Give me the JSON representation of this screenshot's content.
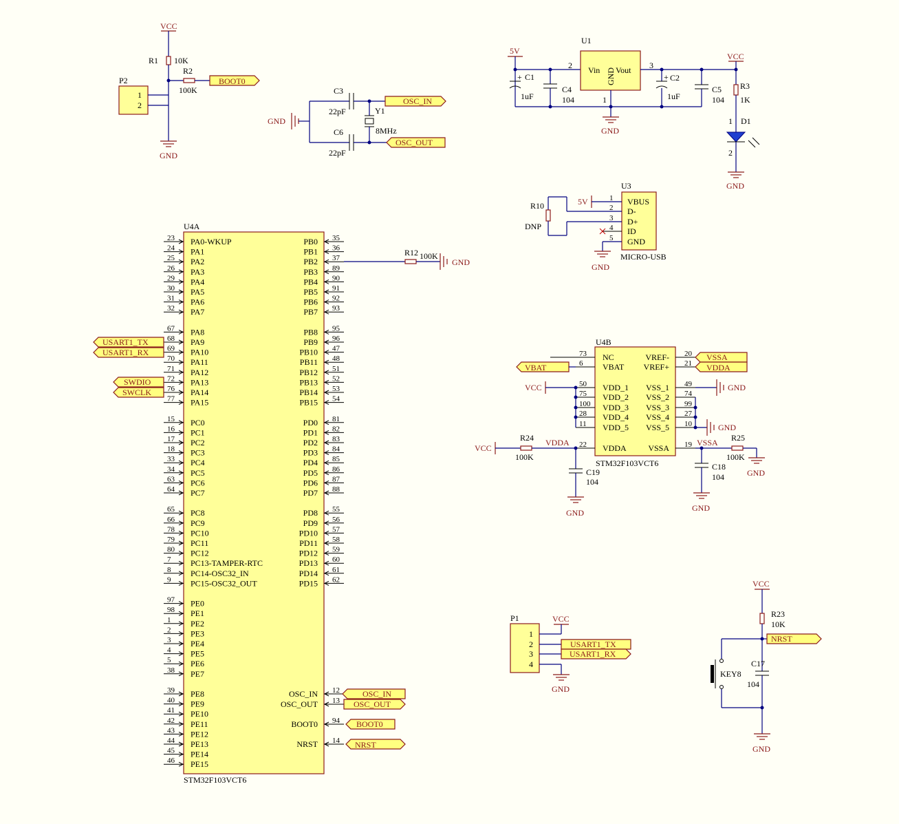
{
  "colors": {
    "background": "#fffff6",
    "wire": "#000080",
    "part": "#8b1a1a",
    "fill": "#ffff99"
  },
  "u4a": {
    "ref": "U4A",
    "part": "STM32F103VCT6",
    "left": [
      {
        "pin": "23",
        "name": "PA0-WKUP"
      },
      {
        "pin": "24",
        "name": "PA1"
      },
      {
        "pin": "25",
        "name": "PA2"
      },
      {
        "pin": "26",
        "name": "PA3"
      },
      {
        "pin": "29",
        "name": "PA4"
      },
      {
        "pin": "30",
        "name": "PA5"
      },
      {
        "pin": "31",
        "name": "PA6"
      },
      {
        "pin": "32",
        "name": "PA7"
      },
      {
        "pin": "67",
        "name": "PA8"
      },
      {
        "pin": "68",
        "name": "PA9"
      },
      {
        "pin": "69",
        "name": "PA10"
      },
      {
        "pin": "70",
        "name": "PA11"
      },
      {
        "pin": "71",
        "name": "PA12"
      },
      {
        "pin": "72",
        "name": "PA13"
      },
      {
        "pin": "76",
        "name": "PA14"
      },
      {
        "pin": "77",
        "name": "PA15"
      },
      {
        "pin": "15",
        "name": "PC0"
      },
      {
        "pin": "16",
        "name": "PC1"
      },
      {
        "pin": "17",
        "name": "PC2"
      },
      {
        "pin": "18",
        "name": "PC3"
      },
      {
        "pin": "33",
        "name": "PC4"
      },
      {
        "pin": "34",
        "name": "PC5"
      },
      {
        "pin": "63",
        "name": "PC6"
      },
      {
        "pin": "64",
        "name": "PC7"
      },
      {
        "pin": "65",
        "name": "PC8"
      },
      {
        "pin": "66",
        "name": "PC9"
      },
      {
        "pin": "78",
        "name": "PC10"
      },
      {
        "pin": "79",
        "name": "PC11"
      },
      {
        "pin": "80",
        "name": "PC12"
      },
      {
        "pin": "7",
        "name": "PC13-TAMPER-RTC"
      },
      {
        "pin": "8",
        "name": "PC14-OSC32_IN"
      },
      {
        "pin": "9",
        "name": "PC15-OSC32_OUT"
      },
      {
        "pin": "97",
        "name": "PE0"
      },
      {
        "pin": "98",
        "name": "PE1"
      },
      {
        "pin": "1",
        "name": "PE2"
      },
      {
        "pin": "2",
        "name": "PE3"
      },
      {
        "pin": "3",
        "name": "PE4"
      },
      {
        "pin": "4",
        "name": "PE5"
      },
      {
        "pin": "5",
        "name": "PE6"
      },
      {
        "pin": "38",
        "name": "PE7"
      },
      {
        "pin": "39",
        "name": "PE8"
      },
      {
        "pin": "40",
        "name": "PE9"
      },
      {
        "pin": "41",
        "name": "PE10"
      },
      {
        "pin": "42",
        "name": "PE11"
      },
      {
        "pin": "43",
        "name": "PE12"
      },
      {
        "pin": "44",
        "name": "PE13"
      },
      {
        "pin": "45",
        "name": "PE14"
      },
      {
        "pin": "46",
        "name": "PE15"
      }
    ],
    "right": [
      {
        "pin": "35",
        "name": "PB0"
      },
      {
        "pin": "36",
        "name": "PB1"
      },
      {
        "pin": "37",
        "name": "PB2"
      },
      {
        "pin": "89",
        "name": "PB3"
      },
      {
        "pin": "90",
        "name": "PB4"
      },
      {
        "pin": "91",
        "name": "PB5"
      },
      {
        "pin": "92",
        "name": "PB6"
      },
      {
        "pin": "93",
        "name": "PB7"
      },
      {
        "pin": "95",
        "name": "PB8"
      },
      {
        "pin": "96",
        "name": "PB9"
      },
      {
        "pin": "47",
        "name": "PB10"
      },
      {
        "pin": "48",
        "name": "PB11"
      },
      {
        "pin": "51",
        "name": "PB12"
      },
      {
        "pin": "52",
        "name": "PB13"
      },
      {
        "pin": "53",
        "name": "PB14"
      },
      {
        "pin": "54",
        "name": "PB15"
      },
      {
        "pin": "81",
        "name": "PD0"
      },
      {
        "pin": "82",
        "name": "PD1"
      },
      {
        "pin": "83",
        "name": "PD2"
      },
      {
        "pin": "84",
        "name": "PD3"
      },
      {
        "pin": "85",
        "name": "PD4"
      },
      {
        "pin": "86",
        "name": "PD5"
      },
      {
        "pin": "87",
        "name": "PD6"
      },
      {
        "pin": "88",
        "name": "PD7"
      },
      {
        "pin": "55",
        "name": "PD8"
      },
      {
        "pin": "56",
        "name": "PD9"
      },
      {
        "pin": "57",
        "name": "PD10"
      },
      {
        "pin": "58",
        "name": "PD11"
      },
      {
        "pin": "59",
        "name": "PD12"
      },
      {
        "pin": "60",
        "name": "PD13"
      },
      {
        "pin": "61",
        "name": "PD14"
      },
      {
        "pin": "62",
        "name": "PD15"
      }
    ],
    "special": [
      {
        "pin": "12",
        "name": "OSC_IN",
        "net": "OSC_IN"
      },
      {
        "pin": "13",
        "name": "OSC_OUT",
        "net": "OSC_OUT"
      },
      {
        "pin": "94",
        "name": "BOOT0",
        "net": "BOOT0"
      },
      {
        "pin": "14",
        "name": "NRST",
        "net": "NRST"
      }
    ],
    "left_nets": {
      "PA9": "USART1_TX",
      "PA10": "USART1_RX",
      "PA13": "SWDIO",
      "PA14": "SWCLK"
    }
  },
  "u4b": {
    "ref": "U4B",
    "part": "STM32F103VCT6",
    "left": [
      {
        "pin": "73",
        "name": "NC"
      },
      {
        "pin": "6",
        "name": "VBAT"
      },
      {
        "pin": "50",
        "name": "VDD_1"
      },
      {
        "pin": "75",
        "name": "VDD_2"
      },
      {
        "pin": "100",
        "name": "VDD_3"
      },
      {
        "pin": "28",
        "name": "VDD_4"
      },
      {
        "pin": "11",
        "name": "VDD_5"
      },
      {
        "pin": "22",
        "name": "VDDA"
      }
    ],
    "right": [
      {
        "pin": "20",
        "name": "VREF-"
      },
      {
        "pin": "21",
        "name": "VREF+"
      },
      {
        "pin": "49",
        "name": "VSS_1"
      },
      {
        "pin": "74",
        "name": "VSS_2"
      },
      {
        "pin": "99",
        "name": "VSS_3"
      },
      {
        "pin": "27",
        "name": "VSS_4"
      },
      {
        "pin": "10",
        "name": "VSS_5"
      },
      {
        "pin": "19",
        "name": "VSSA"
      }
    ],
    "vbat_net": "VBAT",
    "vref_minus_net": "VSSA",
    "vref_plus_net": "VDDA",
    "vdda_net_label": "VDDA",
    "vssa_net_label": "VSSA"
  },
  "u1": {
    "ref": "U1",
    "vin": "Vin",
    "vout": "Vout",
    "gnd": "GND",
    "pin_vin": "2",
    "pin_vout": "3",
    "pin_gnd": "1"
  },
  "u3": {
    "ref": "U3",
    "part": "MICRO-USB",
    "pins": [
      {
        "pin": "1",
        "name": "VBUS"
      },
      {
        "pin": "2",
        "name": "D-"
      },
      {
        "pin": "3",
        "name": "D+"
      },
      {
        "pin": "4",
        "name": "ID"
      },
      {
        "pin": "5",
        "name": "GND"
      }
    ]
  },
  "p1": {
    "ref": "P1",
    "pins": [
      "1",
      "2",
      "3",
      "4"
    ],
    "nets": [
      "VCC",
      "USART1_TX",
      "USART1_RX",
      "GND"
    ]
  },
  "p2": {
    "ref": "P2",
    "pins": [
      "1",
      "2"
    ]
  },
  "parts": {
    "r1": {
      "ref": "R1",
      "value": "10K"
    },
    "r2": {
      "ref": "R2",
      "value": "100K"
    },
    "r3": {
      "ref": "R3",
      "value": "1K"
    },
    "r10": {
      "ref": "R10",
      "value": "DNP"
    },
    "r12": {
      "ref": "R12",
      "value": "100K"
    },
    "r23": {
      "ref": "R23",
      "value": "10K"
    },
    "r24": {
      "ref": "R24",
      "value": "100K"
    },
    "r25": {
      "ref": "R25",
      "value": "100K"
    },
    "c1": {
      "ref": "C1",
      "value": "1uF"
    },
    "c2": {
      "ref": "C2",
      "value": "1uF"
    },
    "c3": {
      "ref": "C3",
      "value": "22pF"
    },
    "c4": {
      "ref": "C4",
      "value": "104"
    },
    "c5": {
      "ref": "C5",
      "value": "104"
    },
    "c6": {
      "ref": "C6",
      "value": "22pF"
    },
    "c17": {
      "ref": "C17",
      "value": "104"
    },
    "c18": {
      "ref": "C18",
      "value": "104"
    },
    "c19": {
      "ref": "C19",
      "value": "104"
    },
    "y1": {
      "ref": "Y1",
      "value": "8MHz"
    },
    "d1": {
      "ref": "D1"
    },
    "key8": {
      "ref": "KEY8"
    }
  },
  "power": {
    "vcc": "VCC",
    "gnd": "GND",
    "v5": "5V"
  },
  "netlabels": {
    "boot0": "BOOT0",
    "osc_in": "OSC_IN",
    "osc_out": "OSC_OUT",
    "nrst": "NRST"
  },
  "pinnums": {
    "one": "1",
    "two": "2",
    "plus": "+"
  }
}
